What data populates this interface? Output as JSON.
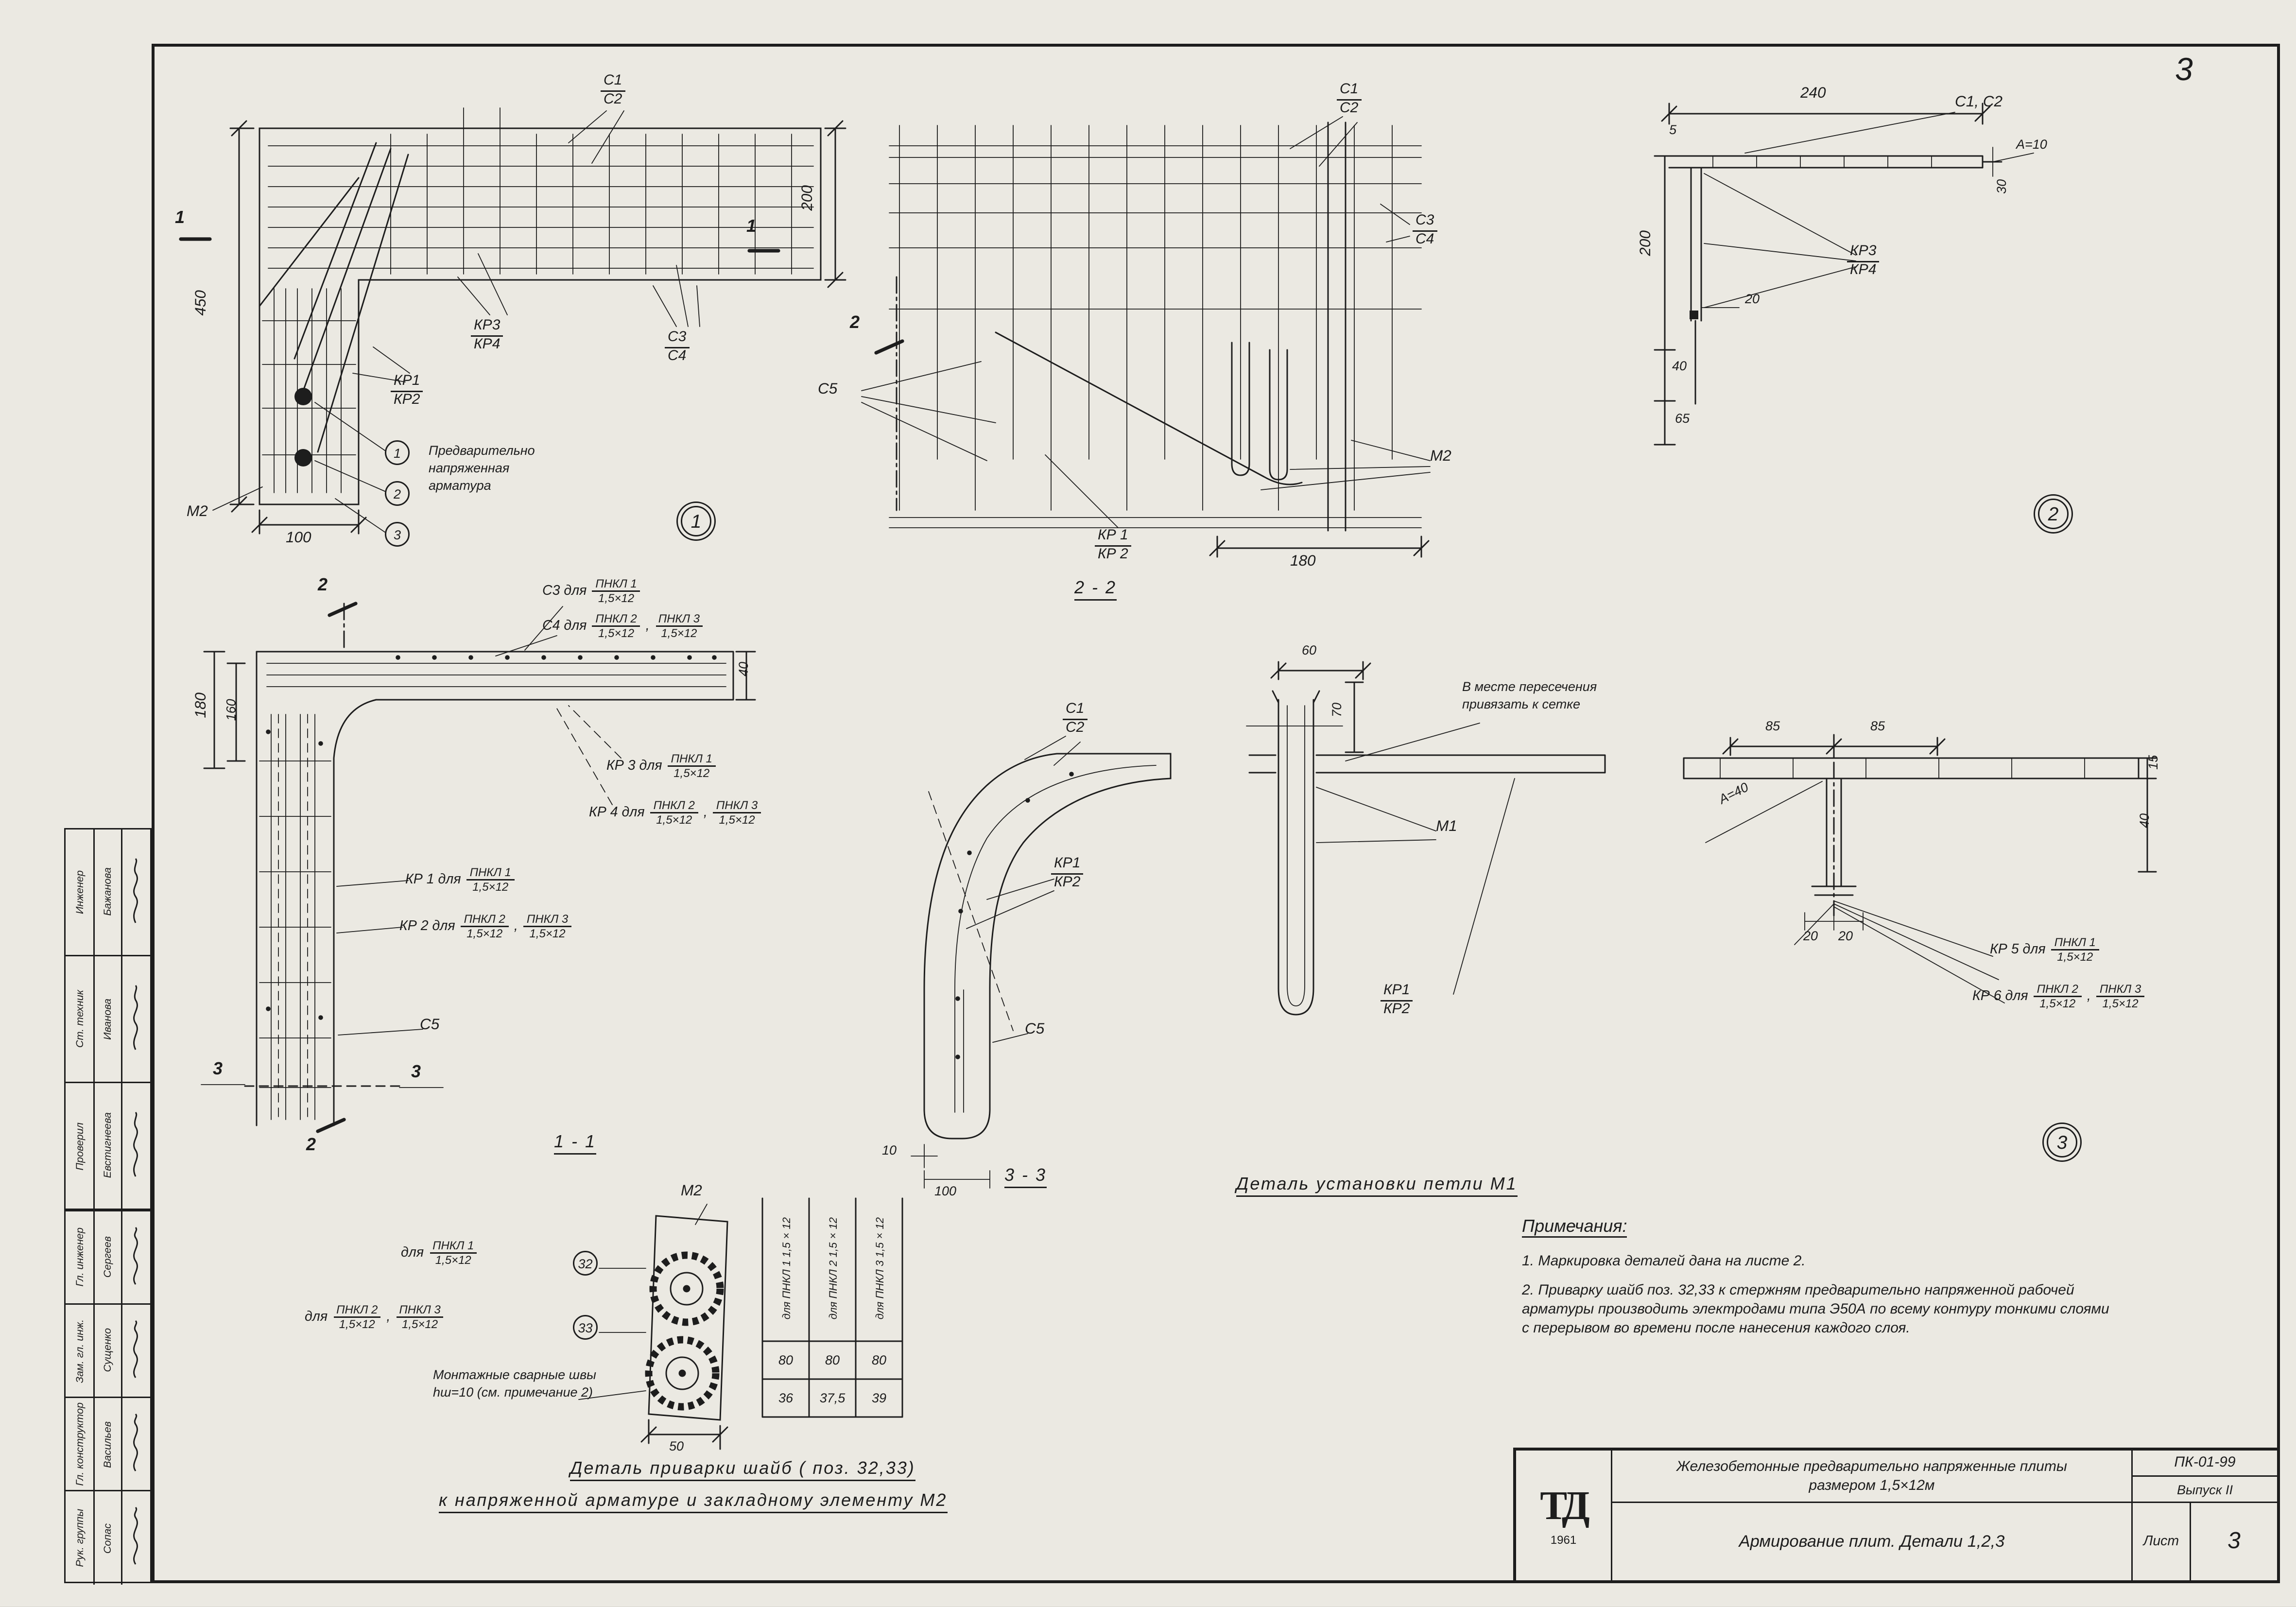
{
  "sheet": {
    "corner_number": "3"
  },
  "shared": {
    "pnkl1": {
      "top": "ПНКЛ 1",
      "bot": "1,5×12"
    },
    "pnkl2": {
      "top": "ПНКЛ 2",
      "bot": "1,5×12"
    },
    "pnkl3": {
      "top": "ПНКЛ 3",
      "bot": "1,5×12"
    },
    "comma": ","
  },
  "fig1": {
    "bubble": "1",
    "marker": "1",
    "c1": "С1",
    "c2": "С2",
    "kr3": "КР3",
    "kr4": "КР4",
    "c3": "С3",
    "c4": "С4",
    "kr1": "КР1",
    "kr2": "КР2",
    "m2": "М2",
    "dim_450": "450",
    "dim_100": "100",
    "dim_200": "200",
    "callout_1": "1",
    "callout_2": "2",
    "callout_3": "3",
    "note": "Предварительно напряженная арматура"
  },
  "fig22": {
    "caption": "2 - 2",
    "marker": "2",
    "c1": "С1",
    "c2": "С2",
    "c3": "С3",
    "c4": "С4",
    "c5": "С5",
    "m2": "М2",
    "kr1": "КР 1",
    "kr2": "КР 2",
    "dim_180": "180"
  },
  "fig2": {
    "bubble": "2",
    "c1c2": "С1, С2",
    "a10": "А=10",
    "kr3": "КР3",
    "kr4": "КР4",
    "dim_240": "240",
    "dim_200": "200",
    "dim_40": "40",
    "dim_65": "65",
    "dim_20": "20",
    "dim_30": "30",
    "dim_5": "5"
  },
  "fig11": {
    "caption": "1 - 1",
    "marker_2": "2",
    "marker_3": "3",
    "c3_for": "С3 для",
    "c4_for": "С4 для",
    "kr3_for": "КР 3 для",
    "kr4_for": "КР 4 для",
    "kr1_for": "КР 1 для",
    "kr2_for": "КР 2 для",
    "c5": "С5",
    "dim_180": "180",
    "dim_160": "160",
    "dim_40": "40"
  },
  "fig33": {
    "caption": "3 - 3",
    "c1": "С1",
    "c2": "С2",
    "kr1": "КР1",
    "kr2": "КР2",
    "c5": "С5",
    "dim_10": "10",
    "dim_100": "100"
  },
  "m1detail": {
    "caption": "Деталь  установки  петли  М1",
    "tie_note": "В месте пересечения привязать к сетке",
    "m1": "М1",
    "kr1": "КР1",
    "kr2": "КР2",
    "dim_60": "60",
    "dim_70": "70"
  },
  "fig3": {
    "bubble": "3",
    "a40": "А=40",
    "kr5_for": "КР 5 для",
    "kr6_for": "КР 6 для",
    "dim_85a": "85",
    "dim_85b": "85",
    "dim_15": "15",
    "dim_40": "40",
    "dim_20a": "20",
    "dim_20b": "20"
  },
  "washer": {
    "m2": "М2",
    "for1": "для",
    "for2": "для",
    "callout_32": "32",
    "callout_33": "33",
    "weld_note": "Монтажные сварные швы hш=10 (см. примечание 2)",
    "table": {
      "headers": [
        "для ПНКЛ 1  1,5×12",
        "для ПНКЛ 2  1,5×12",
        "для ПНКЛ 3  1,5×12"
      ],
      "row1": [
        "80",
        "80",
        "80"
      ],
      "row2": [
        "36",
        "37,5",
        "39"
      ]
    },
    "dim_50": "50",
    "caption1": "Деталь  приварки  шайб ( поз. 32,33)",
    "caption2": "к напряженной арматуре и закладному элементу М2"
  },
  "notes": {
    "heading": "Примечания:",
    "n1": "1. Маркировка  деталей  дана  на листе 2.",
    "n2": "2. Приварку шайб поз. 32,33 к стержням предварительно напряженной рабочей арматуры производить электродами типа Э50А по всему контуру тонкими слоями с перерывом во времени после нанесения каждого слоя."
  },
  "title_block": {
    "logo": "ТД",
    "logo_year": "1961",
    "doc_title_1": "Железобетонные предварительно напряженные плиты",
    "doc_title_2": "размером 1,5×12м",
    "doc_code": "ПК-01-99",
    "issue": "Выпуск II",
    "subtitle": "Армирование  плит.    Детали  1,2,3",
    "sheet_label": "Лист",
    "sheet_number": "3"
  },
  "stamp": {
    "top_roles": [
      "Инженер",
      "Ст. техник",
      "Проверил"
    ],
    "top_names": [
      "Бажанова",
      "Иванова",
      "Евстигнеева"
    ],
    "bottom_roles": [
      "Гл. инженер",
      "Зам. гл. инж.",
      "Гл. конструктор",
      "Рук. группы"
    ],
    "bottom_names": [
      "Сергеев",
      "Сущенко",
      "Васильев",
      "Сопас"
    ]
  }
}
